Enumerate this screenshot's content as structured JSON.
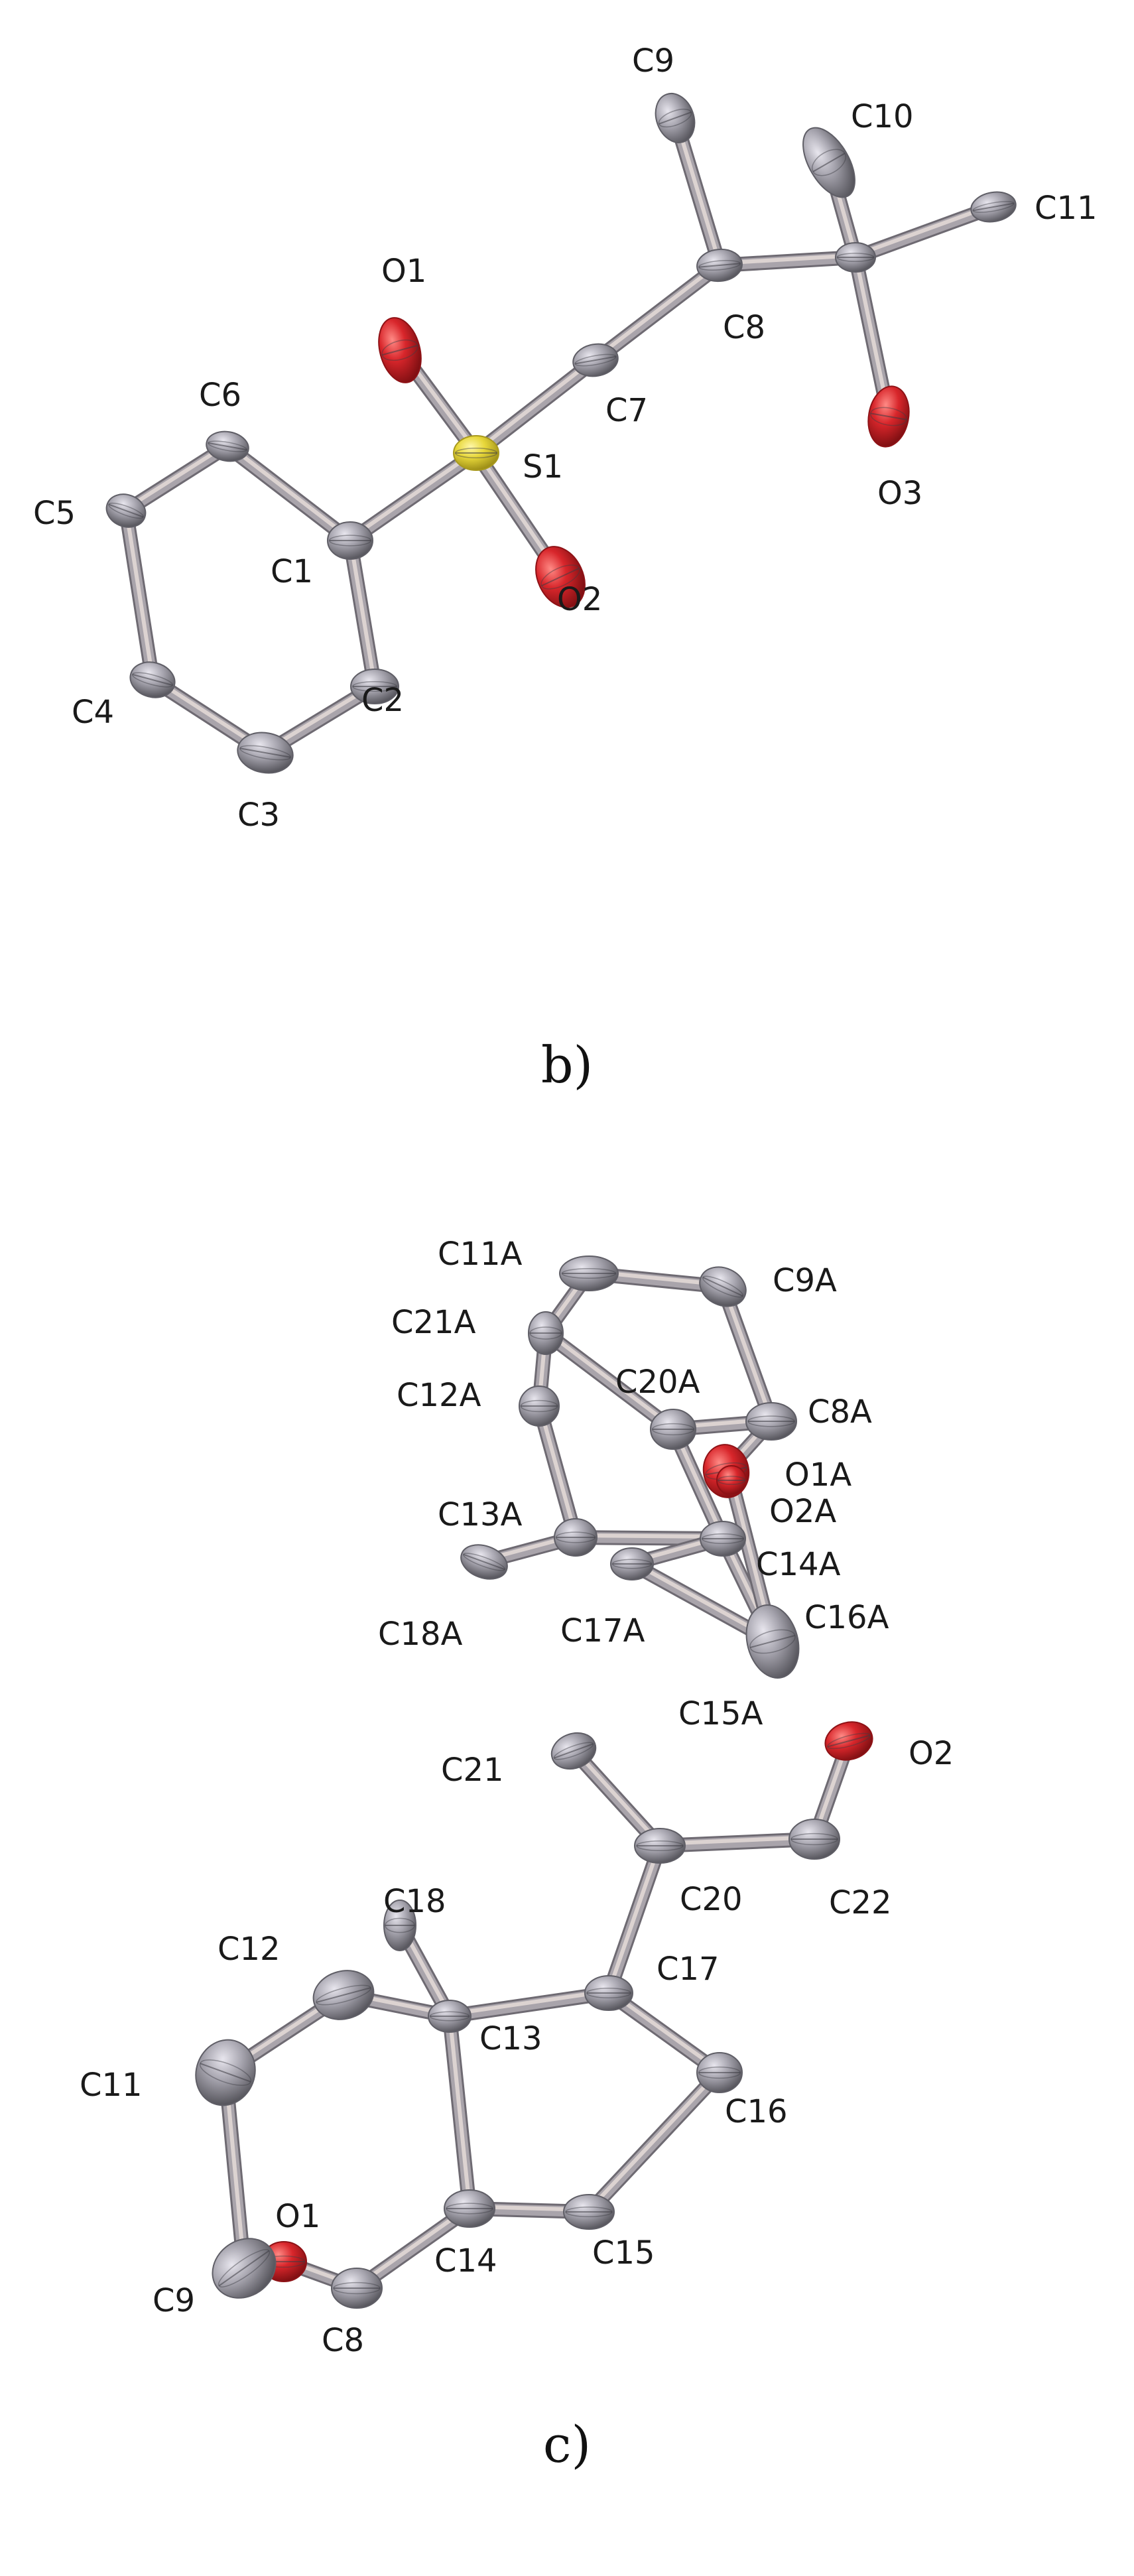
{
  "colors": {
    "carbon": "#9b9aa3",
    "carbon_dark": "#5f5e66",
    "bond": "#8f8c94",
    "bond_light": "#cfc7c6",
    "oxygen": "#d8262b",
    "oxygen_dark": "#8e1216",
    "sulfur": "#e7d73a",
    "sulfur_dark": "#a8991d",
    "text": "#1a1a1a"
  },
  "panels": [
    {
      "label": "b)",
      "atoms": [
        "C9",
        "C10",
        "C11",
        "O1",
        "C8",
        "C6",
        "C7",
        "S1",
        "C5",
        "C1",
        "O3",
        "O2",
        "C4",
        "C2",
        "C3"
      ],
      "bonds": [
        [
          "C1",
          "C2"
        ],
        [
          "C2",
          "C3"
        ],
        [
          "C3",
          "C4"
        ],
        [
          "C4",
          "C5"
        ],
        [
          "C5",
          "C6"
        ],
        [
          "C6",
          "C1"
        ],
        [
          "C1",
          "S1"
        ],
        [
          "S1",
          "O1"
        ],
        [
          "S1",
          "O2"
        ],
        [
          "S1",
          "C7"
        ],
        [
          "C7",
          "C8"
        ],
        [
          "C8",
          "C9"
        ],
        [
          "C8",
          "C10a"
        ],
        [
          "C10a",
          "C10"
        ],
        [
          "C10a",
          "C11"
        ],
        [
          "C10a",
          "O3"
        ]
      ]
    },
    {
      "label": "c)",
      "atoms": [
        "C11A",
        "C9A",
        "C21A",
        "C20A",
        "C8A",
        "C12A",
        "O1A",
        "O2A",
        "C13A",
        "C14A",
        "C16A",
        "C18A",
        "C17A",
        "C15A",
        "O2",
        "C21",
        "C20",
        "C22",
        "C18",
        "C12",
        "C17",
        "C13",
        "C16",
        "C11",
        "O1",
        "C14",
        "C15",
        "C9",
        "C8"
      ],
      "bonds": [
        [
          "C11A",
          "C9A"
        ],
        [
          "C9A",
          "C8A"
        ],
        [
          "C11A",
          "C21A"
        ],
        [
          "C21A",
          "C12A"
        ],
        [
          "C21A",
          "C20A"
        ],
        [
          "C20A",
          "C8A"
        ],
        [
          "C8A",
          "O1A"
        ],
        [
          "C12A",
          "C13A"
        ],
        [
          "C13A",
          "C18A"
        ],
        [
          "C13A",
          "C14A"
        ],
        [
          "C14A",
          "C20A"
        ],
        [
          "C14A",
          "C17A"
        ],
        [
          "C17A",
          "C15A"
        ],
        [
          "C14A",
          "C15A"
        ],
        [
          "C15A",
          "O2A"
        ],
        [
          "O2",
          "C22"
        ],
        [
          "C22",
          "C20"
        ],
        [
          "C20",
          "C21"
        ],
        [
          "C20",
          "C17"
        ],
        [
          "C17",
          "C13"
        ],
        [
          "C17",
          "C16"
        ],
        [
          "C16",
          "C15"
        ],
        [
          "C15",
          "C14"
        ],
        [
          "C14",
          "C13"
        ],
        [
          "C13",
          "C18"
        ],
        [
          "C13",
          "C12"
        ],
        [
          "C12",
          "C11"
        ],
        [
          "C11",
          "C9"
        ],
        [
          "C9",
          "O1"
        ],
        [
          "O1",
          "C8"
        ],
        [
          "C8",
          "C14"
        ]
      ]
    }
  ]
}
